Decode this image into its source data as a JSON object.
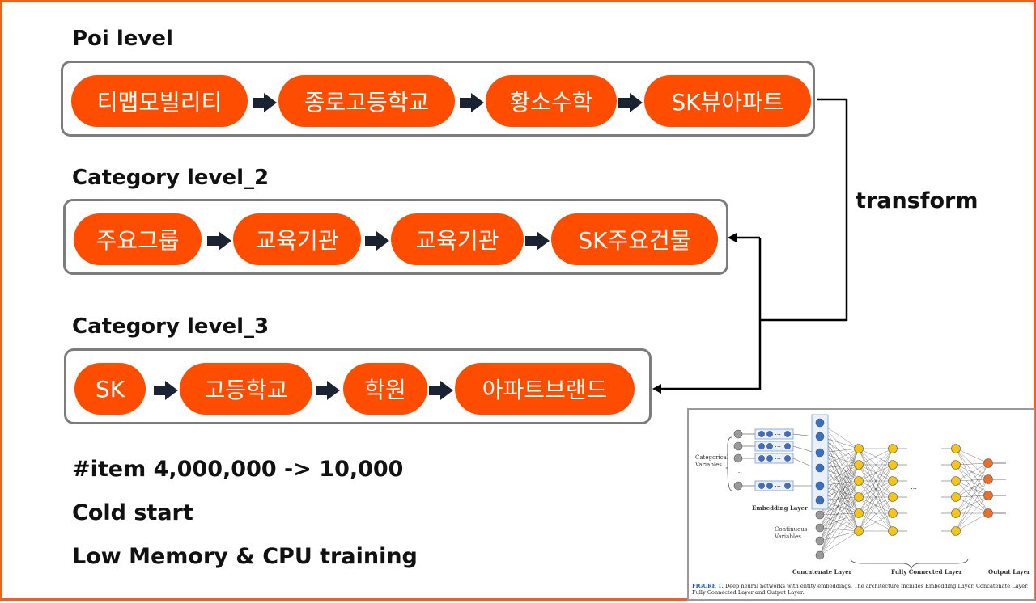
{
  "levels": {
    "poi": {
      "title": "Poi level",
      "items": [
        "티맵모빌리티",
        "종로고등학교",
        "황소수학",
        "SK뷰아파트"
      ]
    },
    "category2": {
      "title": "Category level_2",
      "items": [
        "주요그룹",
        "교육기관",
        "교육기관",
        "SK주요건물"
      ]
    },
    "category3": {
      "title": "Category level_3",
      "items": [
        "SK",
        "고등학교",
        "학원",
        "아파트브랜드"
      ]
    }
  },
  "transform_label": "transform",
  "notes": [
    "#item 4,000,000 -> 10,000",
    "Cold start",
    "Low Memory & CPU training"
  ],
  "figure": {
    "labels": {
      "categorical": [
        "Categorical",
        "Variables"
      ],
      "embedding": "Embedding Layer",
      "continuous": [
        "Continuous",
        "Variables"
      ],
      "concatenate": "Concatenate Layer",
      "fully_connected": "Fully Connected Layer",
      "output": "Output Layer"
    },
    "caption_label": "FIGURE 1.",
    "caption_text": " Deep neural networks with entity embeddings. The architecture includes Embedding Layer, Concatenate Layer, Fully Connected Layer and Output Layer."
  },
  "colors": {
    "accent": "#f0601e",
    "pill": "#ff4d00",
    "arrow": "#1b2333",
    "box_border": "#7c7c7c",
    "embed_blue": "#3a6fc4",
    "hidden_yellow": "#f5c518",
    "output_orange": "#e8702a",
    "input_gray": "#9a9a9a"
  }
}
